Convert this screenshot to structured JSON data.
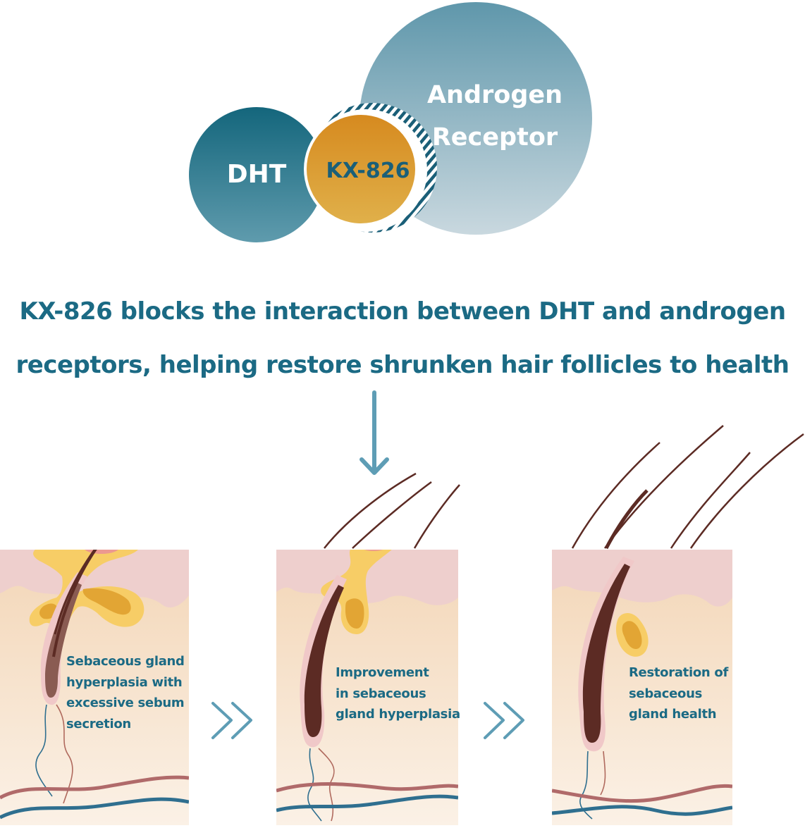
{
  "top_diagram": {
    "dht_label": "DHT",
    "kx_label": "KX-826",
    "receptor_label_line1": "Androgen",
    "receptor_label_line2": "Receptor"
  },
  "headline": {
    "line1": "KX-826 blocks the interaction between DHT and androgen",
    "line2": "receptors, helping restore shrunken hair follicles to health"
  },
  "panels": [
    {
      "caption_lines": [
        "Sebaceous gland",
        "hyperplasia with",
        "excessive sebum",
        "secretion"
      ]
    },
    {
      "caption_lines": [
        "Improvement",
        "in sebaceous",
        "gland hyperplasia"
      ]
    },
    {
      "caption_lines": [
        "Restoration of",
        "sebaceous",
        "gland health"
      ]
    }
  ],
  "colors": {
    "text_teal": "#1b6a84",
    "dht_dark": "#156a80",
    "kx_orange": "#d99a2a",
    "receptor_blue": "#6fa3b6",
    "skin_pink": "#eecfcd",
    "sebum_yellow": "#f5c451",
    "hair_brown": "#5c2b24",
    "arrow_blue": "#5e9db5"
  }
}
